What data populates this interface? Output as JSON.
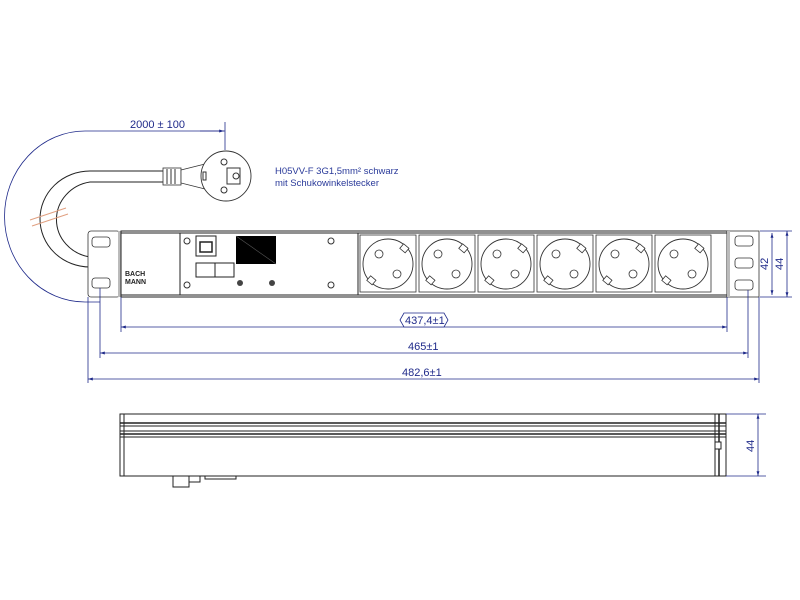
{
  "drawing": {
    "cable_length_label": "2000 ± 100",
    "cable_note_line1": "H05VV-F 3G1,5mm² schwarz",
    "cable_note_line2": "mit Schukowinkelstecker",
    "logo_text_top": "BACH",
    "logo_text_bottom": "MANN",
    "socket_count": 6,
    "dimensions": {
      "inner_width": "437,4±1",
      "mount_width": "465±1",
      "total_width": "482,6±1",
      "front_height_inner": "42",
      "front_height_outer": "44",
      "side_height": "44"
    },
    "colors": {
      "dimension": "#1f2a8a",
      "outline": "#222222",
      "break_mark": "#e0a080",
      "display": "#000000"
    }
  }
}
